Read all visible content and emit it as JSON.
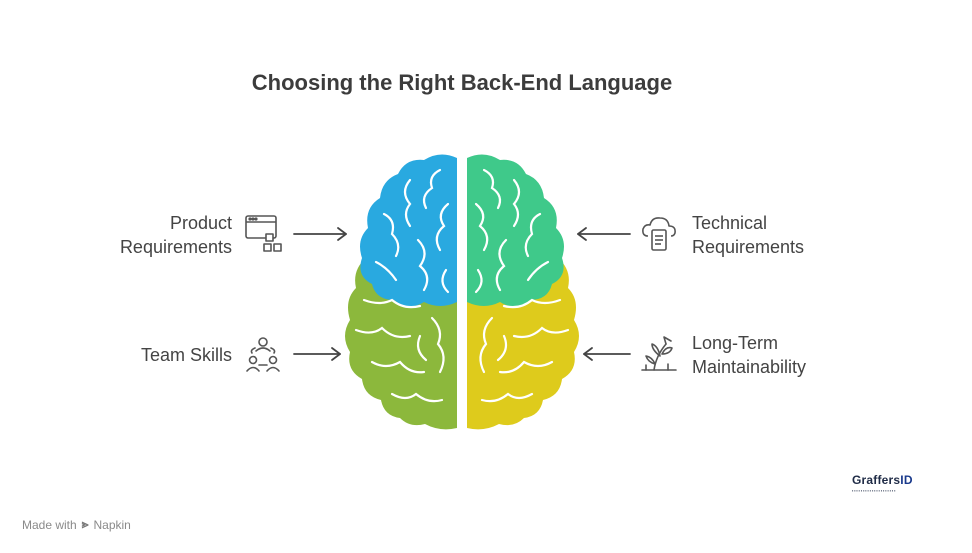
{
  "title": "Choosing the Right Back-End Language",
  "factors": {
    "product_requirements": "Product\nRequirements",
    "team_skills": "Team Skills",
    "technical_requirements": "Technical\nRequirements",
    "long_term_maintainability": "Long-Term\nMaintainability"
  },
  "labels": {
    "product_line1": "Product",
    "product_line2": "Requirements",
    "team": "Team Skills",
    "technical_line1": "Technical",
    "technical_line2": "Requirements",
    "longterm_line1": "Long-Term",
    "longterm_line2": "Maintainability"
  },
  "brain_colors": {
    "top_left": "#29a9e0",
    "bottom_left": "#8cb83c",
    "top_right": "#3fc98a",
    "bottom_right": "#decb1c"
  },
  "icons": {
    "product": "browser-window-blocks-icon",
    "team": "team-people-icon",
    "technical": "cloud-document-icon",
    "longterm": "growing-plant-icon"
  },
  "footer": {
    "made_with": "Made with",
    "app": "Napkin"
  },
  "brand": {
    "name": "GraffersID",
    "main": "Graffers",
    "id": "ID"
  }
}
